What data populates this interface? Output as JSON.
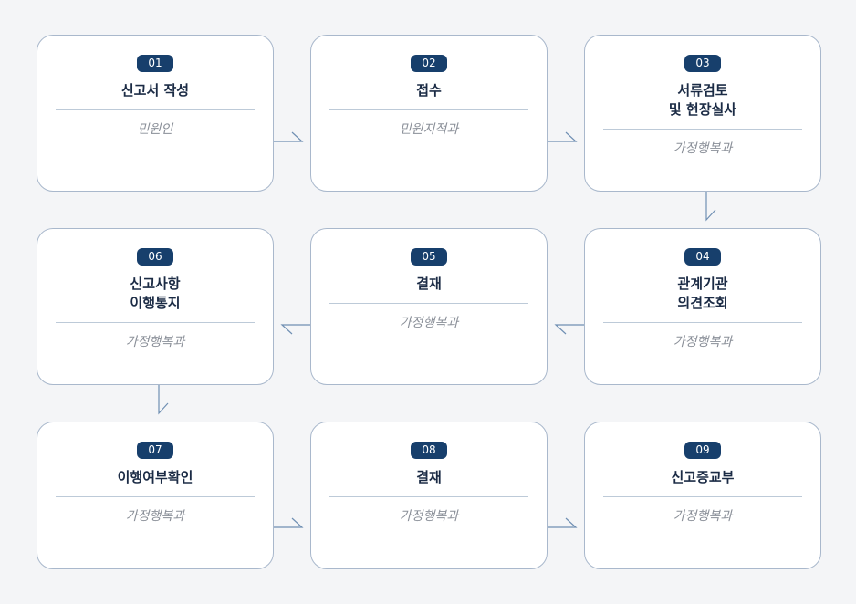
{
  "steps": [
    {
      "number": "01",
      "title": "신고서 작성",
      "role": "민원인"
    },
    {
      "number": "02",
      "title": "접수",
      "role": "민원지적과"
    },
    {
      "number": "03",
      "title": "서류검토\n및 현장실사",
      "role": "가정행복과"
    },
    {
      "number": "04",
      "title": "관계기관\n의견조회",
      "role": "가정행복과"
    },
    {
      "number": "05",
      "title": "결재",
      "role": "가정행복과"
    },
    {
      "number": "06",
      "title": "신고사항\n이행통지",
      "role": "가정행복과"
    },
    {
      "number": "07",
      "title": "이행여부확인",
      "role": "가정행복과"
    },
    {
      "number": "08",
      "title": "결재",
      "role": "가정행복과"
    },
    {
      "number": "09",
      "title": "신고증교부",
      "role": "가정행복과"
    }
  ],
  "colors": {
    "badge": "#173f6c",
    "title": "#1b2b45",
    "card_border": "#a9b8cc",
    "arrow": "#6f8fb3",
    "role": "#8a8f98"
  }
}
